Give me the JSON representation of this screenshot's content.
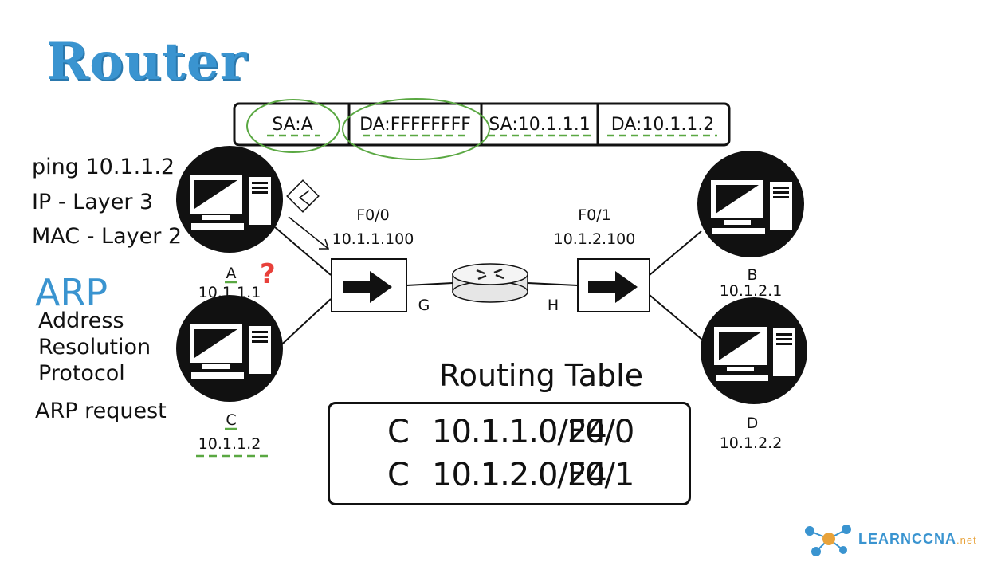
{
  "title": "Router",
  "notes": [
    "ping 10.1.1.2",
    "IP - Layer 3",
    "MAC - Layer 2"
  ],
  "arp": {
    "heading": "ARP",
    "expansion": [
      "Address",
      "Resolution",
      "Protocol"
    ],
    "request": "ARP request"
  },
  "frame": {
    "fields": [
      "SA:A",
      "DA:FFFFFFFF",
      "SA:10.1.1.1",
      "DA:10.1.1.2"
    ]
  },
  "hosts": {
    "a": {
      "name": "A",
      "ip": "10.1.1.1"
    },
    "b": {
      "name": "B",
      "ip": "10.1.2.1"
    },
    "c": {
      "name": "C",
      "ip": "10.1.1.2"
    },
    "d": {
      "name": "D",
      "ip": "10.1.2.2"
    }
  },
  "interfaces": {
    "left": {
      "name": "F0/0",
      "ip": "10.1.1.100"
    },
    "right": {
      "name": "F0/1",
      "ip": "10.1.2.100"
    }
  },
  "switches": {
    "left": "G",
    "right": "H"
  },
  "question_mark": "?",
  "routing_table": {
    "title": "Routing Table",
    "rows": [
      {
        "code": "C",
        "network": "10.1.1.0/24",
        "interface": "F0/0"
      },
      {
        "code": "C",
        "network": "10.1.2.0/24",
        "interface": "F0/1"
      }
    ]
  },
  "logo": {
    "text": "LEARNCCNA",
    "suffix": ".net"
  },
  "colors": {
    "accent_blue": "#3a94d0",
    "highlight_green": "#5aa842",
    "question_red": "#e8403a",
    "logo_orange": "#e8a23a"
  }
}
